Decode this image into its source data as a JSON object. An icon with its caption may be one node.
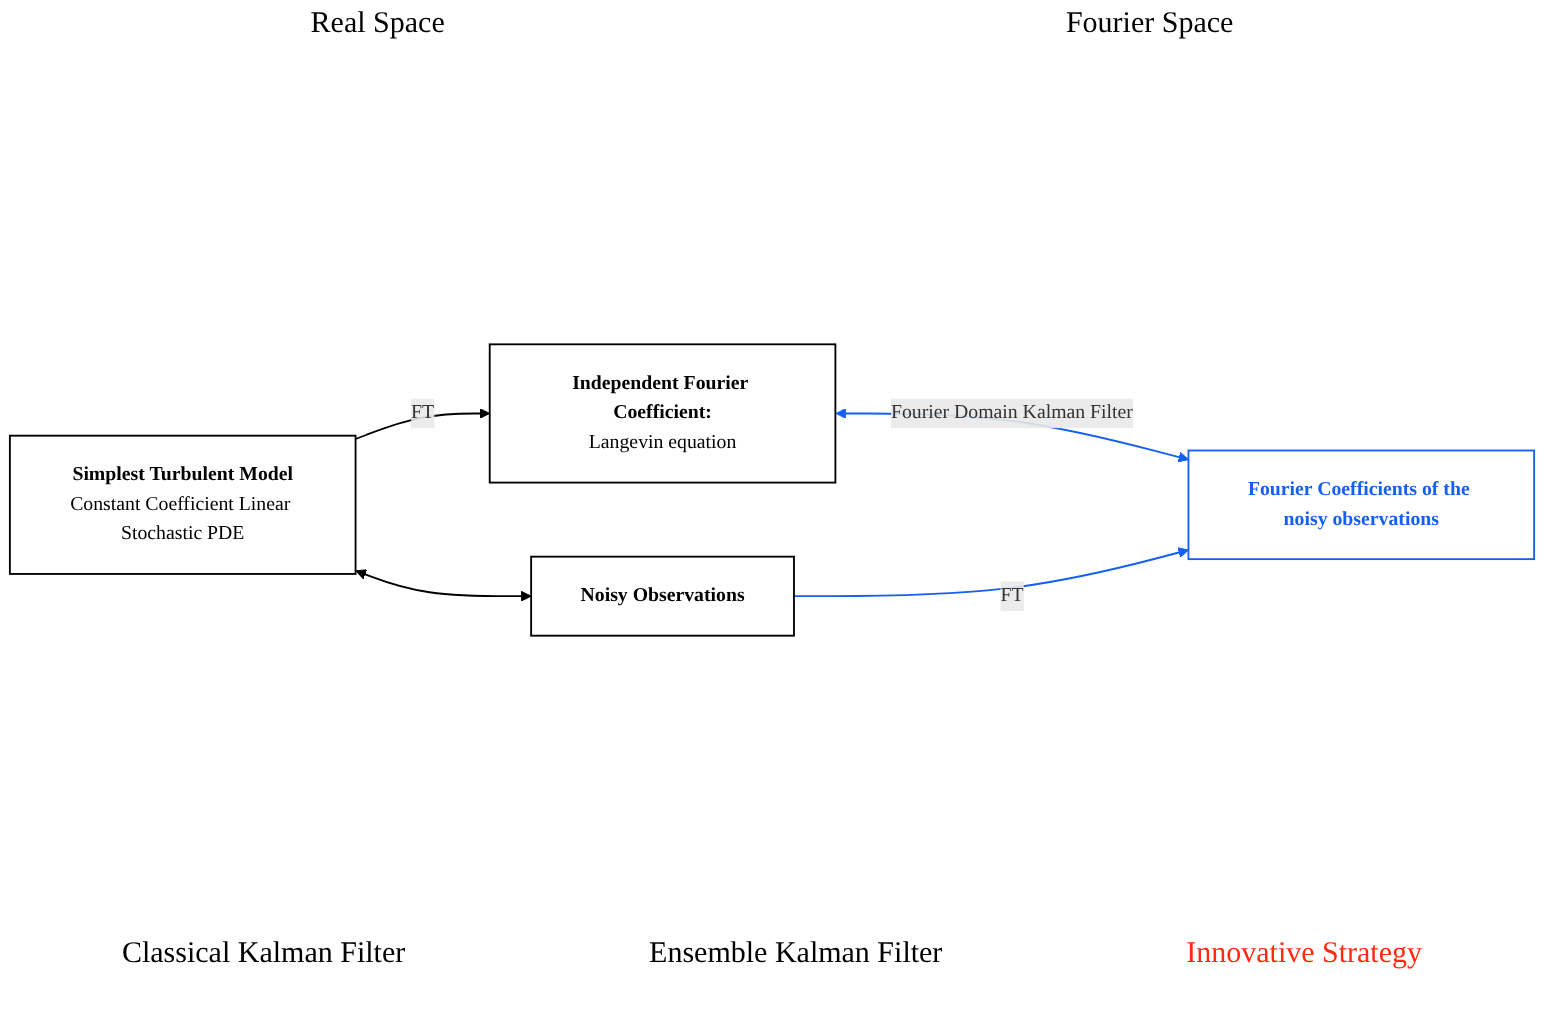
{
  "diagram": {
    "nodes": [
      {
        "text": [
          "Simplest Turbulent Model",
          "Constant Coefficient Linear Stochastic PDE"
        ]
      },
      {
        "text": [
          "Independent Fourier Coefficient:",
          "Langevin equation"
        ]
      },
      {
        "text": [
          "Noisy Observations"
        ]
      },
      {
        "text": [
          "Fourier Coefficients of the noisy observations"
        ]
      }
    ],
    "edges": [
      {
        "from": 0,
        "to": 1,
        "arrow": "to",
        "label": "FT"
      },
      {
        "from": 0,
        "to": 2,
        "arrow": "both"
      },
      {
        "from": 1,
        "to": 3,
        "arrow": "both",
        "label": "Fourier Domain Kalman Filter",
        "color": "#1560f0"
      },
      {
        "from": 2,
        "to": 3,
        "arrow": "to",
        "label": "FT",
        "color": "#1560f0"
      }
    ],
    "labels": [
      "Real Space",
      "Fourier Space",
      "Classical Kalman Filter",
      "Ensemble Kalman Filter",
      "Innovative Strategy"
    ]
  }
}
